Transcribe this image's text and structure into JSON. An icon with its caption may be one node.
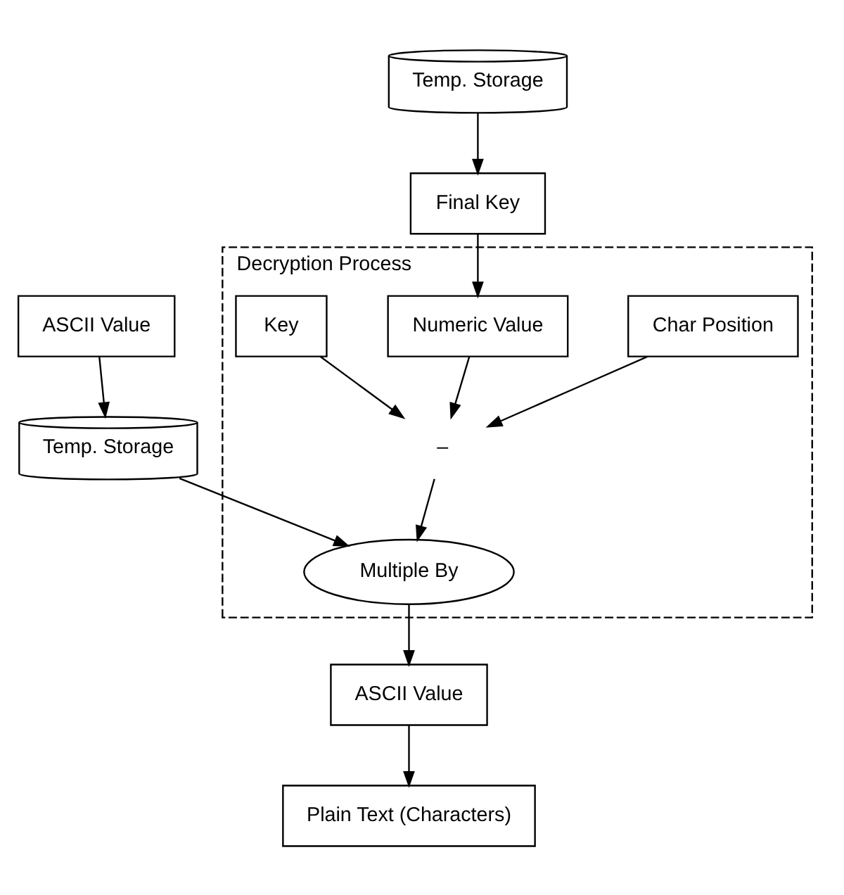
{
  "diagram": {
    "nodes": [
      {
        "text": [
          "Final Key"
        ]
      },
      {
        "text": [
          "Temp. Storage"
        ]
      },
      {
        "text": [
          "ASCII Value"
        ]
      },
      {
        "text": [
          "Temp. Storage"
        ]
      },
      {
        "text": [
          "Decryption Process"
        ]
      },
      {
        "text": [
          "Char Position"
        ],
        "in": 4
      },
      {
        "text": [
          "Numeric Value"
        ],
        "in": 4
      },
      {
        "text": [
          "Key"
        ],
        "in": 4
      },
      {
        "text": [
          "–"
        ],
        "in": 4
      },
      {
        "text": [
          "Multiple By"
        ],
        "in": 4
      },
      {
        "text": [
          "ASCII Value"
        ]
      },
      {
        "text": [
          "Plain Text (Characters)"
        ]
      }
    ],
    "edges": [
      {
        "from": 1,
        "to": 0,
        "arrow": "to"
      },
      {
        "from": 0,
        "to": 6,
        "arrow": "to"
      },
      {
        "from": 2,
        "to": 3,
        "arrow": "to"
      },
      {
        "from": 5,
        "to": 8,
        "arrow": "to"
      },
      {
        "from": 6,
        "to": 8,
        "arrow": "to"
      },
      {
        "from": 7,
        "to": 8,
        "arrow": "to"
      },
      {
        "from": 8,
        "to": 9,
        "arrow": "to"
      },
      {
        "from": 3,
        "to": 9,
        "arrow": "to"
      },
      {
        "from": 9,
        "to": 10,
        "arrow": "to"
      },
      {
        "from": 10,
        "to": 11,
        "arrow": "to"
      }
    ]
  }
}
